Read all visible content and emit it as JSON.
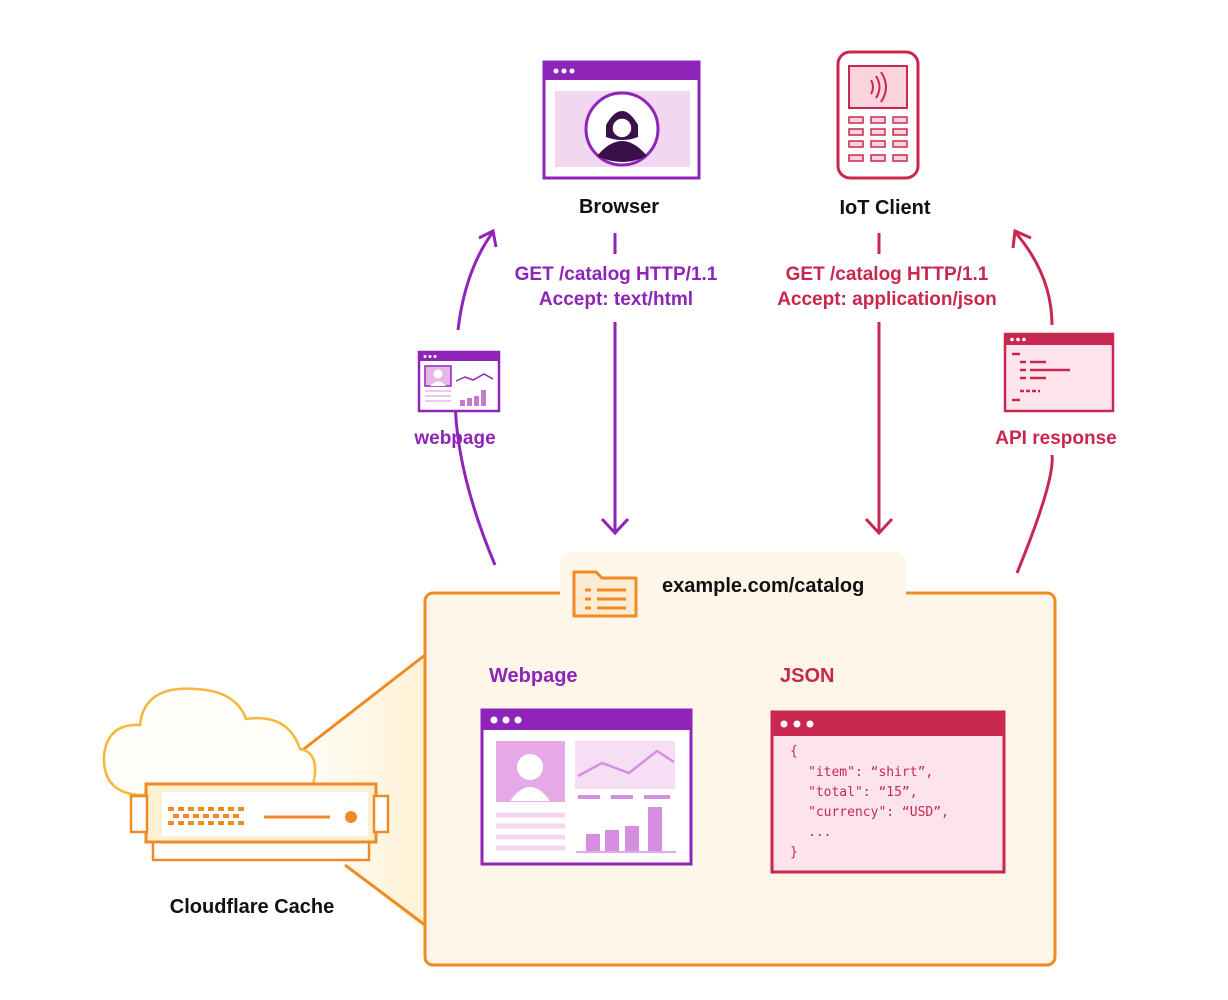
{
  "clients": {
    "browser": {
      "label": "Browser",
      "request_line1": "GET /catalog HTTP/1.1",
      "request_line2": "Accept: text/html",
      "response_label": "webpage"
    },
    "iot": {
      "label": "IoT Client",
      "request_line1": "GET /catalog HTTP/1.1",
      "request_line2": "Accept: application/json",
      "response_label": "API response"
    }
  },
  "cache": {
    "label": "Cloudflare Cache",
    "url": "example.com/catalog",
    "variant_webpage": "Webpage",
    "variant_json": "JSON",
    "json_lines": [
      "{",
      "\"item\": “shirt”,",
      "\"total\": “15”,",
      "\"currency\": “USD”,",
      "...",
      "}"
    ]
  },
  "colors": {
    "purple": "#8e24b8",
    "crimson": "#c8284f",
    "orange": "#f08a24",
    "cache_bg": "#fff6ea"
  }
}
